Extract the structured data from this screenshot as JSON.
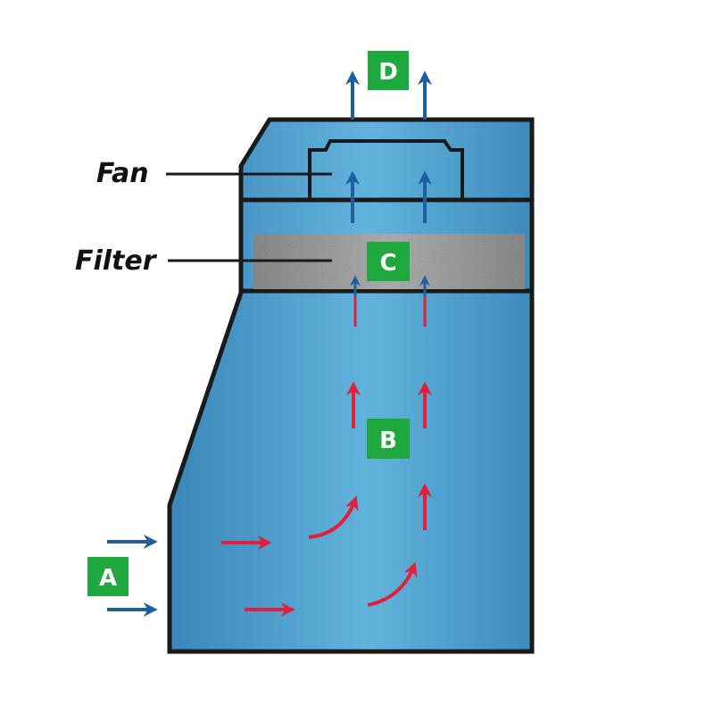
{
  "diagram": {
    "title": "Air flow through filtration unit",
    "labels": {
      "fan": "Fan",
      "filter": "Filter"
    },
    "stages": [
      {
        "id": "A",
        "label": "A",
        "meaning": "air inlet"
      },
      {
        "id": "B",
        "label": "B",
        "meaning": "air rising through chamber"
      },
      {
        "id": "C",
        "label": "C",
        "meaning": "filter"
      },
      {
        "id": "D",
        "label": "D",
        "meaning": "clean air exhaust"
      }
    ],
    "colors": {
      "body": "#3f93c6",
      "body_light": "#5fb1da",
      "outline": "#1a1a1a",
      "filter": "#9a9a9a",
      "badge": "#1fa83d",
      "clean_air_arrow": "#1d5fa0",
      "dirty_air_arrow": "#e0203c"
    }
  }
}
